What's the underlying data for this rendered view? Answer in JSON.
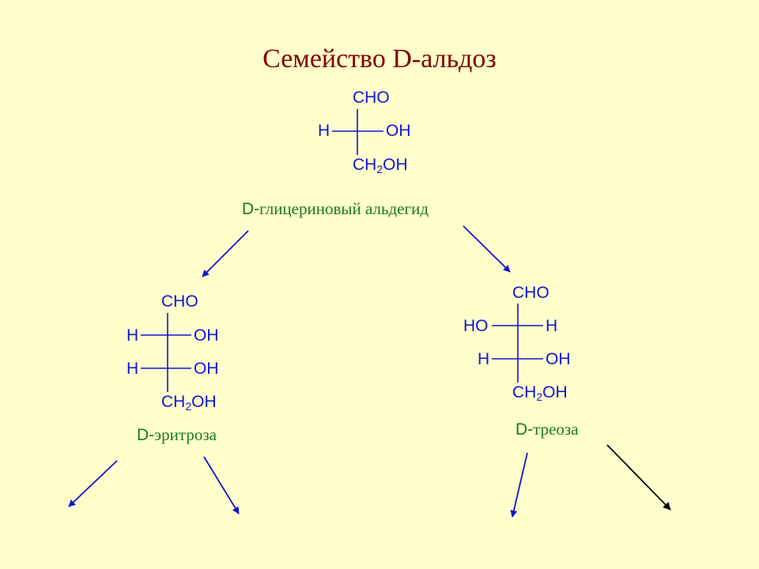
{
  "title": "Семейство D-альдоз",
  "glyceraldehyde": {
    "top": "CHO",
    "rows": [
      {
        "left": "H",
        "right": "OH"
      }
    ],
    "bottom_main": "CH",
    "bottom_sub": "2",
    "bottom_tail": "OH",
    "name_prefix": "D-",
    "name_rest": "глицериновый альдегид"
  },
  "erythrose": {
    "top": "CHO",
    "rows": [
      {
        "left": "H",
        "right": "OH"
      },
      {
        "left": "H",
        "right": "OH"
      }
    ],
    "bottom_main": "CH",
    "bottom_sub": "2",
    "bottom_tail": "OH",
    "name_prefix": "D-",
    "name_rest": "эритроза"
  },
  "threose": {
    "top": "CHO",
    "rows": [
      {
        "left": "HO",
        "right": "H"
      },
      {
        "left": "H",
        "right": "OH"
      }
    ],
    "bottom_main": "CH",
    "bottom_sub": "2",
    "bottom_tail": "OH",
    "name_prefix": "D-",
    "name_rest": "треоза"
  },
  "colors": {
    "background": "#ffffcc",
    "title": "#800000",
    "structure": "#1414d2",
    "name": "#1a7a1a",
    "arrow_blue": "#1414d2",
    "arrow_black": "#000000"
  }
}
